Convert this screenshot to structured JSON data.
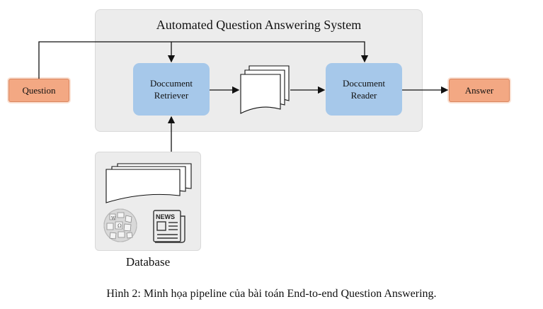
{
  "system": {
    "title": "Automated Question Answering System"
  },
  "nodes": {
    "question": "Question",
    "retriever": "Doccument\nRetriever",
    "reader": "Doccument\nReader",
    "answer": "Answer"
  },
  "database": {
    "label": "Database",
    "wiki_icon": "wikipedia-globe-icon",
    "news_icon": "newspaper-icon",
    "news_text": "NEWS"
  },
  "caption": "Hình 2: Minh họa pipeline của bài toán End-to-end Question Answering.",
  "colors": {
    "panel": "#ececec",
    "blue_box": "#a6c8ea",
    "orange_box": "#f3a883"
  }
}
